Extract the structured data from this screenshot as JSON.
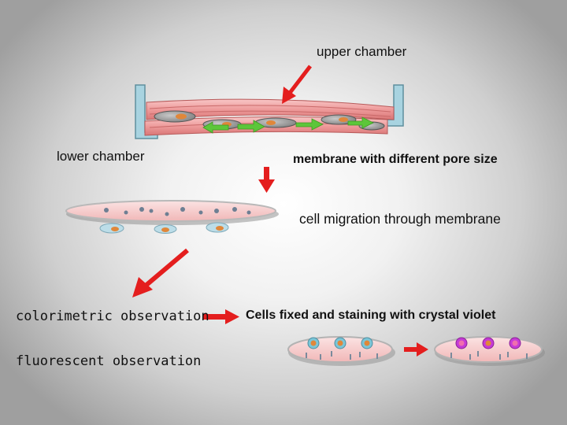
{
  "labels": {
    "upper_chamber": "upper chamber",
    "lower_chamber": "lower chamber",
    "membrane": "membrane with different pore size",
    "migration": "cell migration through membrane",
    "colorimetric": "colorimetric observation",
    "fixed_staining": "Cells fixed and  staining with crystal violet",
    "fluorescent": "fluorescent observation"
  },
  "colors": {
    "arrow_red": "#e41e1e",
    "arrow_green": "#5cc63a",
    "membrane_pink": "#f0a7a7",
    "membrane_dark": "#d97d7d",
    "dish_fill": "#f7d3d3",
    "cell_gray": "#9a9a9a",
    "nucleus_orange": "#e0873a",
    "chamber_wall": "#a8d3e0",
    "stain_purple": "#c63bd6",
    "stain_pink": "#f06fae",
    "cell_blue": "#7bc6d8"
  }
}
